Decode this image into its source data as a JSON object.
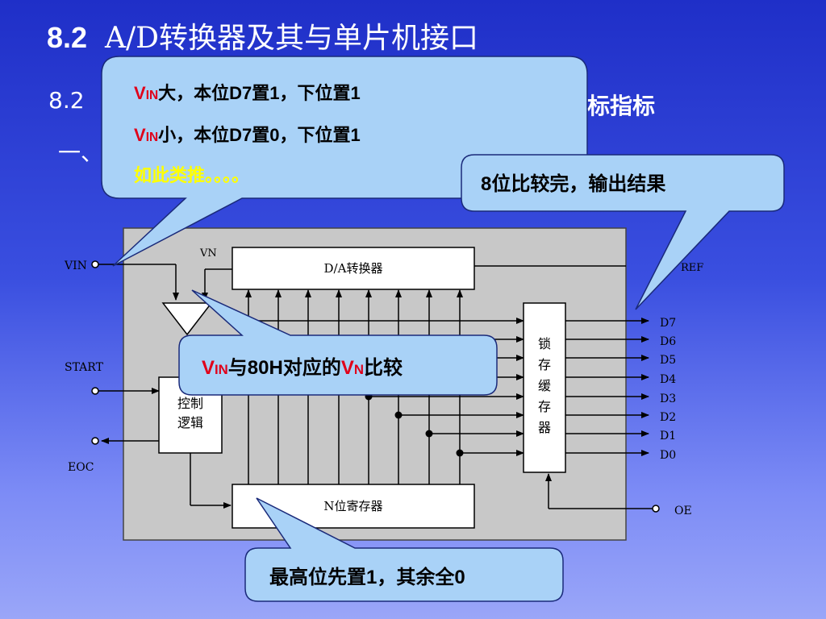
{
  "slide": {
    "title_num": "8.2",
    "title_text": "A/D转换器及其与单片机接口",
    "subtitle_left": "8.2",
    "subtitle_right": "标指标",
    "subtitle_second_line": "一、"
  },
  "diagram": {
    "vin_label": "VIN",
    "vn_label": "VN",
    "vref_label": "REF",
    "start_label": "START",
    "eoc_label": "EOC",
    "oe_label": "OE",
    "dac_label": "D/A转换器",
    "reg_label": "N位寄存器",
    "ctrl_label_1": "控制",
    "ctrl_label_2": "逻辑",
    "latch_chars": [
      "锁",
      "存",
      "缓",
      "存",
      "器"
    ],
    "outputs": [
      "D7",
      "D6",
      "D5",
      "D4",
      "D3",
      "D2",
      "D1",
      "D0"
    ]
  },
  "callouts": {
    "top_line1_v": "V",
    "top_line1_sub": "IN",
    "top_line1_rest": "大，本位D7置1，下位置1",
    "top_line2_v": "V",
    "top_line2_sub": "IN",
    "top_line2_rest": "小，本位D7置0，下位置1",
    "top_line3": "如此类推。。。。",
    "right": "8位比较完，输出结果",
    "middle_v1": "V",
    "middle_sub1": "IN",
    "middle_mid": "与80H对应的",
    "middle_v2": "V",
    "middle_sub2": "N",
    "middle_end": "比较",
    "bottom": "最高位先置1，其余全0"
  },
  "colors": {
    "callout_fill": "#a9d2f7",
    "panel_fill": "#c8c8c8",
    "vin_red": "#e0001a",
    "yellow": "#ffff00"
  }
}
